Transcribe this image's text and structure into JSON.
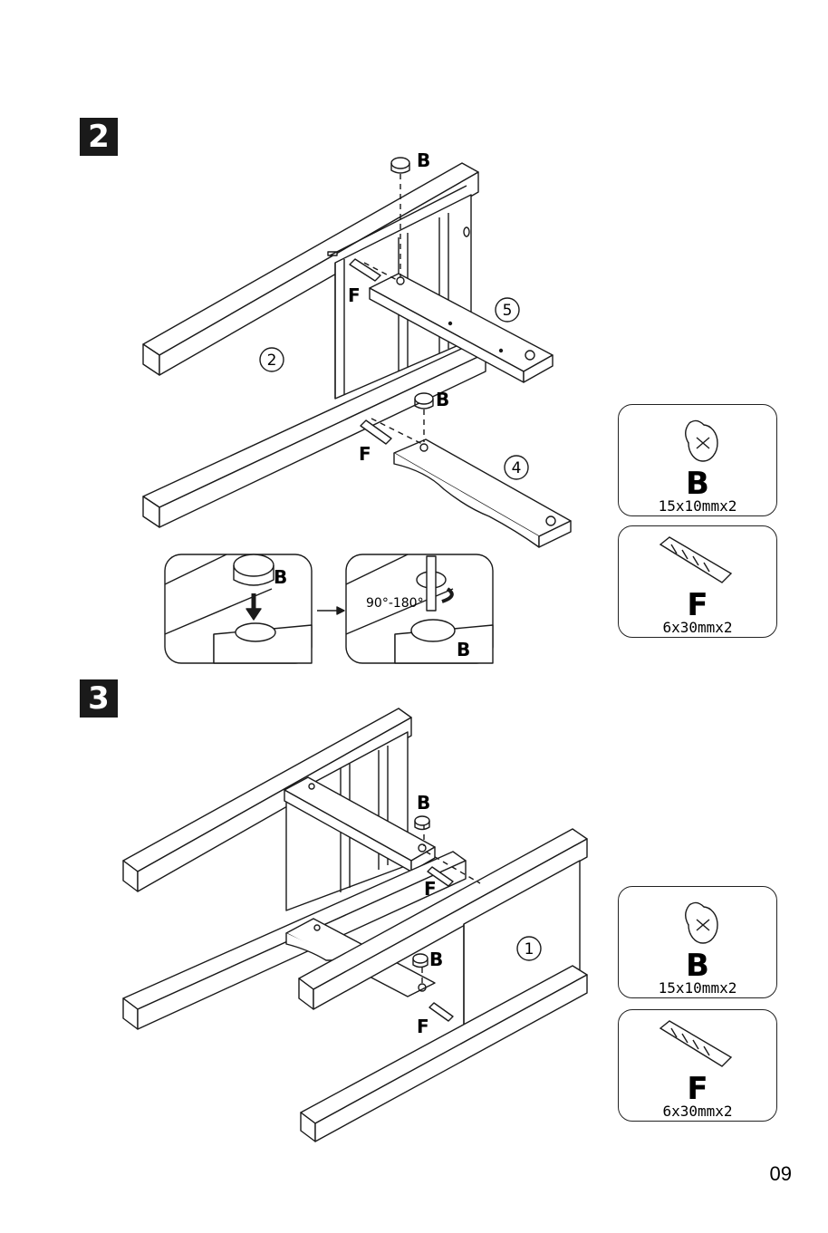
{
  "steps": [
    {
      "number": "2",
      "labels": {
        "cam_top": "B",
        "dowel_top": "F",
        "cam_mid": "B",
        "dowel_mid": "F",
        "board_top": "5",
        "board_mid": "4",
        "side": "2"
      },
      "detail": {
        "left_label": "B",
        "right_label": "B",
        "angle": "90°-180°"
      }
    },
    {
      "number": "3",
      "labels": {
        "cam_top": "B",
        "dowel_top": "F",
        "cam_low": "B",
        "dowel_low": "F",
        "side": "1"
      }
    }
  ],
  "parts": [
    {
      "letter": "B",
      "qty": "15x10mmx2",
      "icon": "cam-lock-icon"
    },
    {
      "letter": "F",
      "qty": "6x30mmx2",
      "icon": "dowel-icon"
    },
    {
      "letter": "B",
      "qty": "15x10mmx2",
      "icon": "cam-lock-icon"
    },
    {
      "letter": "F",
      "qty": "6x30mmx2",
      "icon": "dowel-icon"
    }
  ],
  "page_number": "09"
}
